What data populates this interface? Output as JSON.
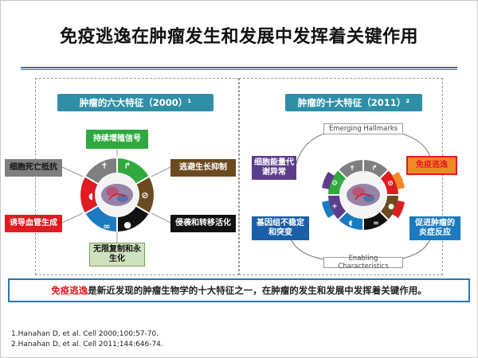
{
  "title": "免疫逃逸在肿瘤发生和发展中发挥着关键作用",
  "left_panel": {
    "header": "肿瘤的六大特征（2000）¹",
    "labels": {
      "top": "持续增殖信号",
      "upper_left": "细胞死亡抵抗",
      "upper_right": "逃避生长抑制",
      "lower_left": "诱导血管生成",
      "lower_right": "侵袭和转移活化",
      "bottom": "无限复制和永生化"
    }
  },
  "right_panel": {
    "header": "肿瘤的十大特征（2011）²",
    "emerging": "Emerging Hallmarks",
    "enabling": "Enabling Characteristics",
    "labels": {
      "upper_left": "细胞能量代谢异常",
      "upper_right": "免疫逃逸",
      "lower_left": "基因组不稳定和突变",
      "lower_right": "促进肿瘤的炎症反应"
    }
  },
  "callout": {
    "highlight": "免疫逃逸",
    "text": "是新近发现的肿瘤生物学的十大特征之一，在肿瘤的发生和发展中发挥着关键作用。"
  },
  "references": [
    "1.Hanahan D, et al. Cell 2000;100:57-70.",
    "2.Hanahan D, et al. Cell 2011;144:646-74."
  ],
  "colors": {
    "accent": "#2f74b5",
    "header_bg": "#2f8fa6",
    "seg_green": "#2eaa3e",
    "seg_grey": "#7f7f7f",
    "seg_brown": "#6b4a1f",
    "seg_black": "#111111",
    "seg_blue": "#1a7bc0",
    "seg_red": "#e01b22",
    "seg_purple": "#5c3d8c",
    "seg_orange": "#f08a24",
    "highlight_red": "#e01b22"
  }
}
